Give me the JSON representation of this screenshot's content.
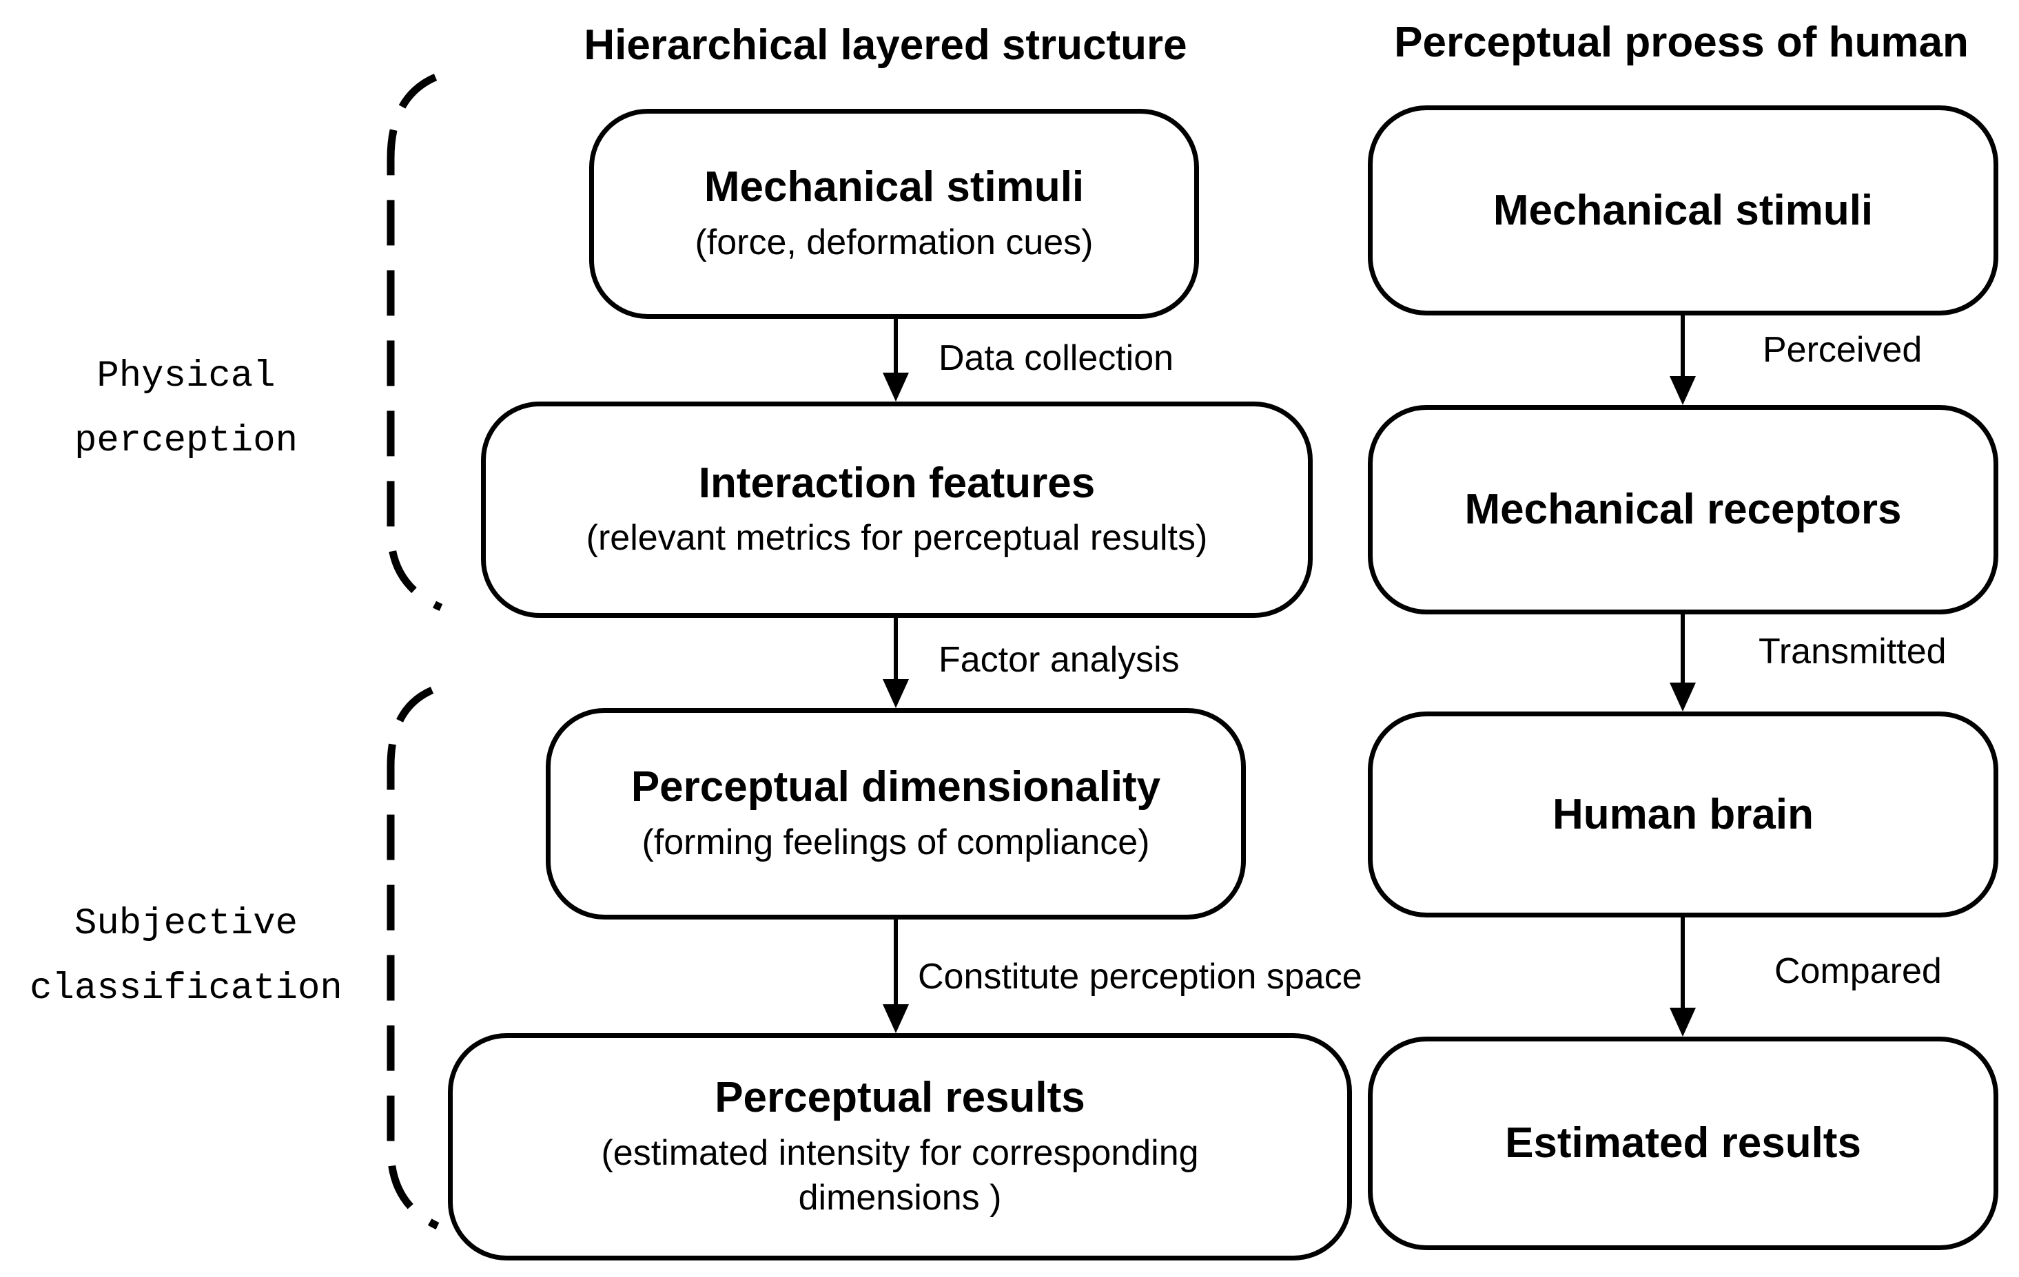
{
  "diagram": {
    "left_column": {
      "title": "Hierarchical layered structure",
      "nodes": [
        {
          "title": "Mechanical stimuli",
          "subtitle": "(force, deformation cues)"
        },
        {
          "title": "Interaction features",
          "subtitle": "(relevant metrics for perceptual results)"
        },
        {
          "title": "Perceptual dimensionality",
          "subtitle": "(forming feelings of compliance)"
        },
        {
          "title": "Perceptual results",
          "subtitle": "(estimated intensity for corresponding\ndimensions )"
        }
      ],
      "arrow_labels": [
        "Data collection",
        "Factor analysis",
        "Constitute perception space"
      ]
    },
    "right_column": {
      "title": "Perceptual proess of human",
      "nodes": [
        {
          "title": "Mechanical stimuli"
        },
        {
          "title": "Mechanical receptors"
        },
        {
          "title": "Human brain"
        },
        {
          "title": "Estimated results"
        }
      ],
      "arrow_labels": [
        "Perceived",
        "Transmitted",
        "Compared"
      ]
    },
    "side_labels": [
      "Physical\nperception",
      "Subjective\nclassification"
    ]
  },
  "colors": {
    "ink": "#000000",
    "background": "#ffffff"
  }
}
